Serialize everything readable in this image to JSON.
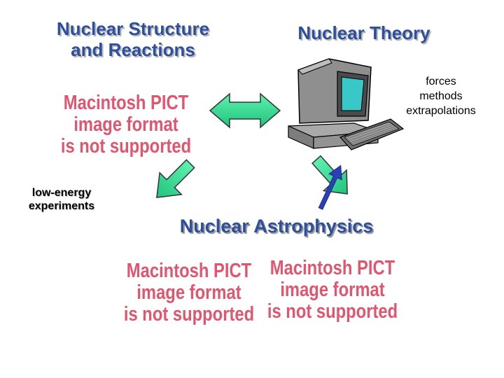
{
  "titles": {
    "structure": "Nuclear Structure\nand Reactions",
    "theory": "Nuclear Theory",
    "astrophysics": "Nuclear Astrophysics"
  },
  "pict_placeholders": {
    "top_left": "Macintosh PICT\nimage format\nis not supported",
    "bottom_left": "Macintosh PICT\nimage format\nis not supported",
    "bottom_right": "Macintosh PICT\nimage format\nis not supported"
  },
  "labels": {
    "experiments": "low-energy\nexperiments",
    "theory_topics": "forces\nmethods\nextrapolations"
  },
  "icons": {
    "computer": "computer-icon"
  },
  "colors": {
    "title_blue": "#2e4f9c",
    "pict_pink": "#e0566f",
    "arrow_green": "#27d98e",
    "arrow_blue": "#2b3fb8"
  }
}
